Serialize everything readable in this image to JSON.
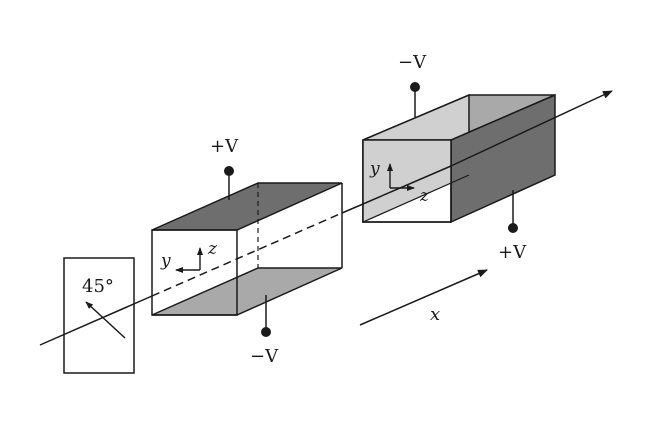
{
  "labels": {
    "polarizer_angle": "45°",
    "box1_top_voltage": "+V",
    "box1_bottom_voltage": "−V",
    "box2_top_voltage": "−V",
    "box2_bottom_voltage": "+V",
    "box1_axis_y": "y",
    "box1_axis_z": "z",
    "box2_axis_y": "y",
    "box2_axis_z": "z",
    "propagation_axis": "x"
  },
  "colors": {
    "line": "#1a1a1a",
    "dark_face": "#6e6e6e",
    "mid_face": "#a9a9a9",
    "light_face": "#d0d0d0",
    "background": "#ffffff"
  }
}
